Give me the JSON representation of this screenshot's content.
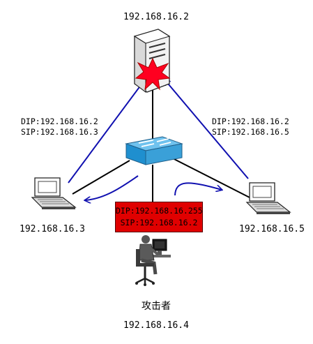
{
  "server": {
    "ip": "192.168.16.2"
  },
  "left_host": {
    "ip": "192.168.16.3",
    "packet": {
      "dip": "DIP:192.168.16.2",
      "sip": "SIP:192.168.16.3"
    }
  },
  "right_host": {
    "ip": "192.168.16.5",
    "packet": {
      "dip": "DIP:192.168.16.2",
      "sip": "SIP:192.168.16.5"
    }
  },
  "attacker": {
    "title": "攻击者",
    "ip": "192.168.16.4",
    "packet": {
      "dip": "DIP:192.168.16.255",
      "sip": "SIP:192.168.16.2"
    }
  },
  "colors": {
    "arrow_blue": "#1010b0",
    "attack_red": "#e00000",
    "burst_red": "#ff0020",
    "switch_blue": "#3aa0d8",
    "link_black": "#000000"
  }
}
